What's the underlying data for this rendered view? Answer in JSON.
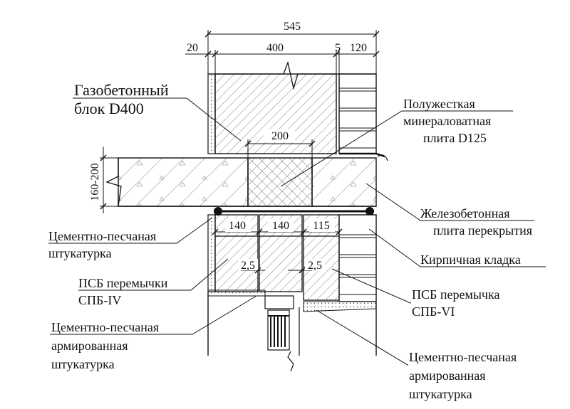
{
  "dimensions": {
    "total": "545",
    "plaster": "20",
    "block": "400",
    "gap": "5",
    "brick": "120",
    "insulation_width": "200",
    "slab_height": "160-200",
    "lintel_a": "140",
    "lintel_b": "140",
    "lintel_c": "115",
    "gap_left": "2,5",
    "gap_right": "2,5"
  },
  "labels": {
    "gas_block": [
      "Газобетонный",
      "блок D400"
    ],
    "mineral_slab": [
      "Полужесткая",
      "минераловатная",
      "плита D125"
    ],
    "rc_slab": [
      "Железобетонная",
      "плита перекрытия"
    ],
    "brickwork": [
      "Кирпичная кладка"
    ],
    "cement_plaster": [
      "Цементно-песчаная",
      "штукатурка"
    ],
    "psb_lintels": [
      "ПСБ перемычки",
      "СПБ-IV"
    ],
    "psb_lintel": [
      "ПСБ перемычка",
      "СПБ-VI"
    ],
    "reinforced_plaster_left": [
      "Цементно-песчаная",
      "армированная",
      "штукатурка"
    ],
    "reinforced_plaster_right": [
      "Цементно-песчаная",
      "армированная",
      "штукатурка"
    ]
  },
  "colors": {
    "line": "#111111",
    "hatch": "#555555",
    "plaster_fill": "#d9d9d9"
  }
}
